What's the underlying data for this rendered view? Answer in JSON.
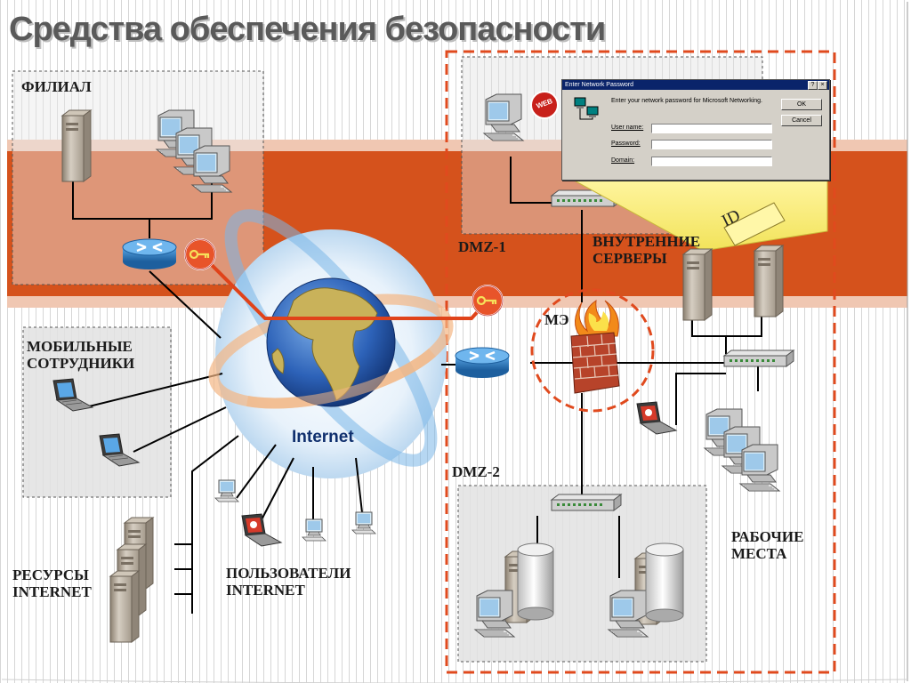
{
  "title": "Средства обеспечения безопасности",
  "labels": {
    "branch": "ФИЛИАЛ",
    "dmz1": "DMZ-1",
    "dmz2": "DMZ-2",
    "internal_servers_1": "ВНУТРЕННИЕ",
    "internal_servers_2": "СЕРВЕРЫ",
    "firewall": "МЭ",
    "mobile_1": "МОБИЛЬНЫЕ",
    "mobile_2": "СОТРУДНИКИ",
    "internet": "Internet",
    "resources_1": "РЕСУРСЫ",
    "resources_2": "INTERNET",
    "users_1": "ПОЛЬЗОВАТЕЛИ",
    "users_2": "INTERNET",
    "workstations_1": "РАБОЧИЕ",
    "workstations_2": "МЕСТА",
    "web_badge": "WEB",
    "id_tag": "ID"
  },
  "dialog": {
    "title": "Enter Network Password",
    "message": "Enter your network password for Microsoft Networking.",
    "user_label": "User name:",
    "password_label": "Password:",
    "domain_label": "Domain:",
    "ok": "OK",
    "cancel": "Cancel",
    "help_btn": "?",
    "close_btn": "×"
  },
  "colors": {
    "band_orange": "#d5521c",
    "band_light": "#f0c7b2",
    "dmz_border": "#e04a1e",
    "vpn_line": "#e0431a",
    "key_fill": "#e8542a",
    "stripes": "#d9d9d9"
  }
}
